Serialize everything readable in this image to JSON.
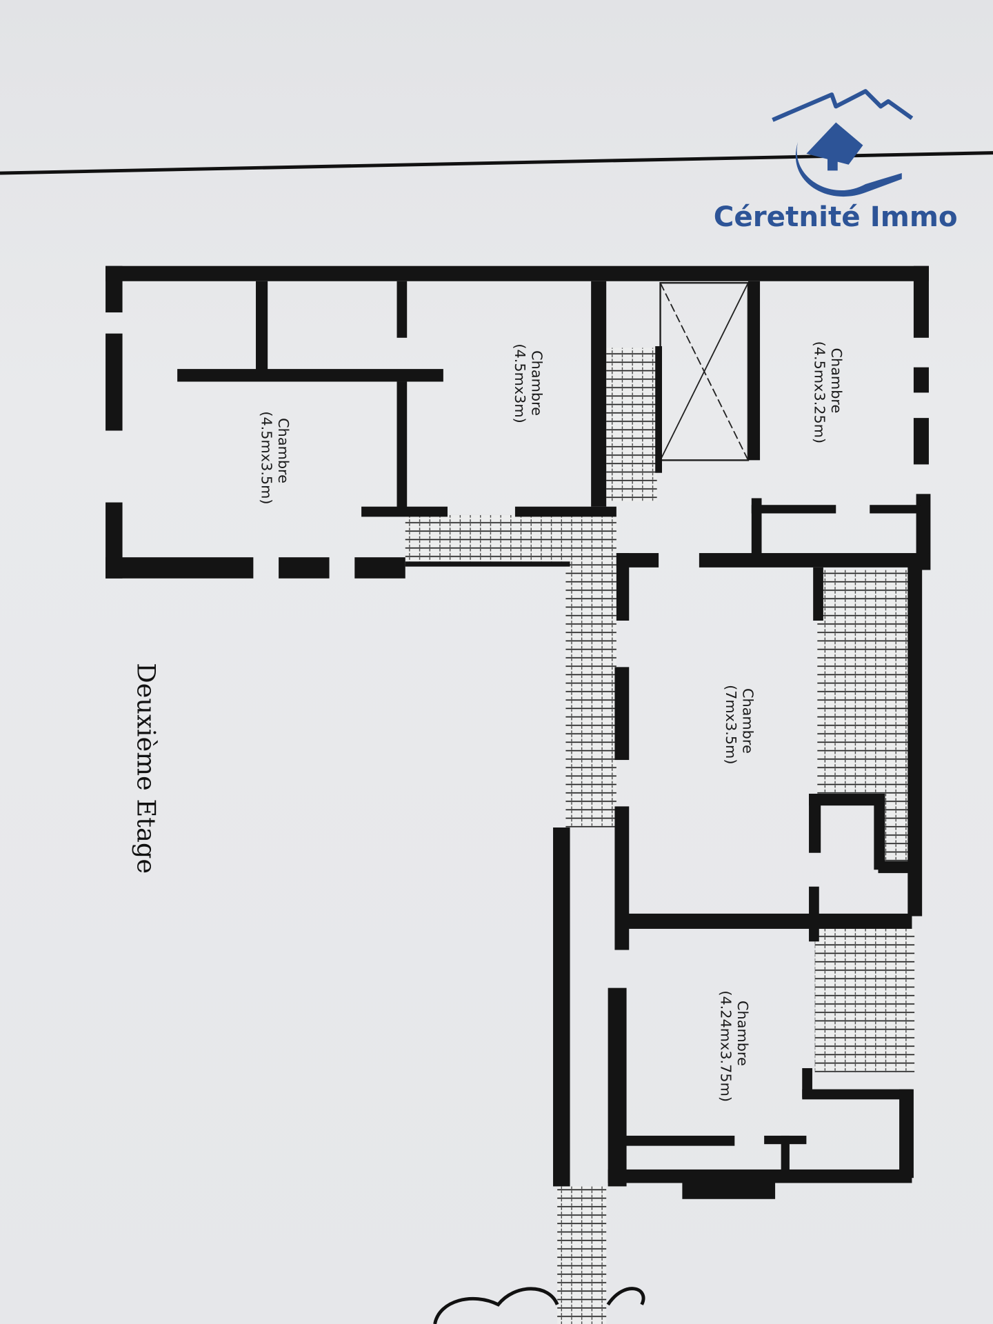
{
  "logo": {
    "name": "Céretnité Immo",
    "color": "#2d5497"
  },
  "plan": {
    "floor_title": "Deuxième Etage",
    "rooms": [
      {
        "name": "Chambre",
        "dimensions": "(4.5mx3.25m)"
      },
      {
        "name": "Chambre",
        "dimensions": "(4.5mx3m)"
      },
      {
        "name": "Chambre",
        "dimensions": "(4.5mx3.5m)"
      },
      {
        "name": "Chambre",
        "dimensions": "(7mx3.5m)"
      },
      {
        "name": "Chambre",
        "dimensions": "(4.24mx3.75m)"
      }
    ]
  }
}
